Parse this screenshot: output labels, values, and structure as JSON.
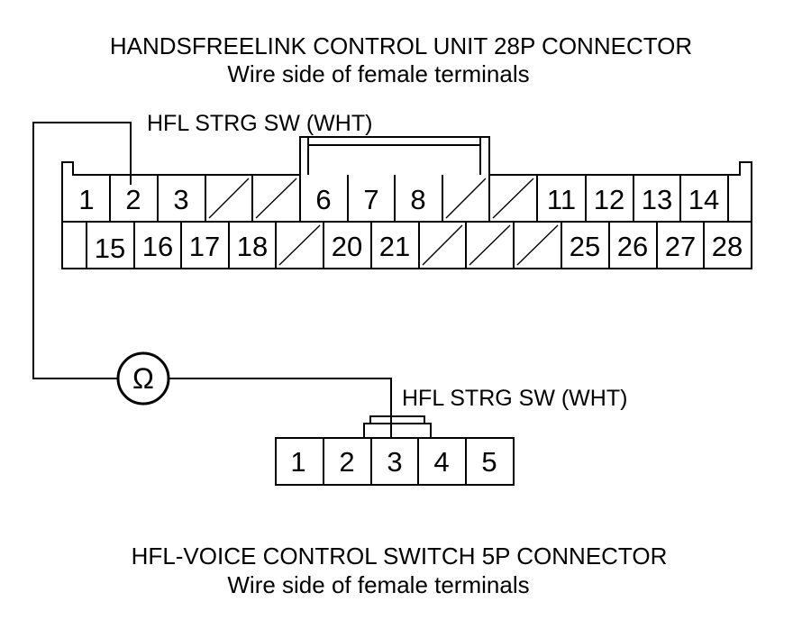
{
  "top_connector": {
    "title": "HANDSFREELINK CONTROL UNIT 28P CONNECTOR",
    "subtitle": "Wire side of female terminals",
    "wire_label": "HFL STRG SW (WHT)",
    "row1": [
      "1",
      "2",
      "3",
      "",
      "",
      "6",
      "7",
      "8",
      "",
      "",
      "11",
      "12",
      "13",
      "14"
    ],
    "row2": [
      "",
      "15",
      "16",
      "17",
      "18",
      "",
      "20",
      "21",
      "",
      "",
      "",
      "25",
      "26",
      "27",
      "28"
    ]
  },
  "meter": {
    "symbol": "Ω"
  },
  "bottom_connector": {
    "title": "HFL-VOICE CONTROL SWITCH 5P CONNECTOR",
    "subtitle": "Wire side of female terminals",
    "wire_label": "HFL STRG SW (WHT)",
    "pins": [
      "1",
      "2",
      "3",
      "4",
      "5"
    ]
  }
}
